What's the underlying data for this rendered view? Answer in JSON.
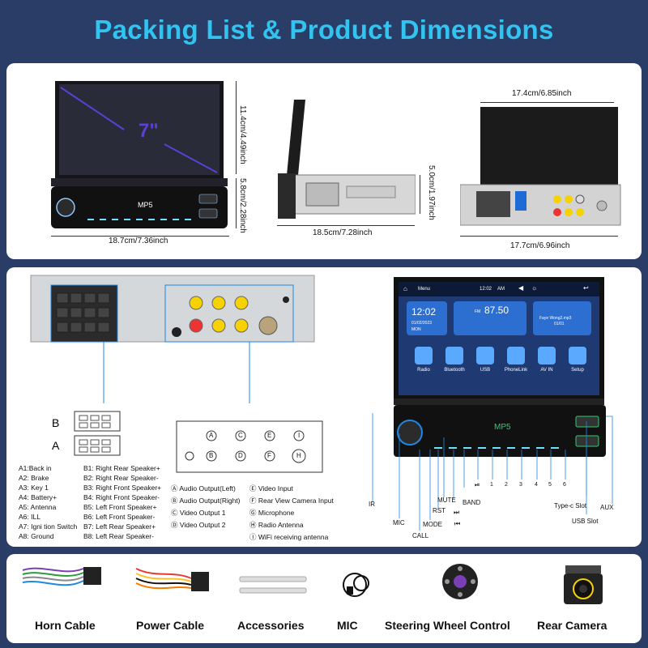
{
  "header": {
    "title": "Packing List & Product Dimensions"
  },
  "dimensions": {
    "screen_size": "7\"",
    "front_height_screen": "11.4cm/4.49inch",
    "front_height_body": "5.8cm/2.28inch",
    "front_width": "18.7cm/7.36inch",
    "side_depth": "18.5cm/7.28inch",
    "side_height": "5.0cm/1.97inch",
    "back_top_width": "17.4cm/6.85inch",
    "back_bottom_width": "17.7cm/6.96inch",
    "unit_label": "MP5"
  },
  "connector": {
    "row_a": "A",
    "row_b": "B",
    "pins_a": [
      "A1:Back in",
      "A2: Brake",
      "A3: Key 1",
      "A4: Battery+",
      "A5: Antenna",
      "A6: ILL",
      "A7: Igni tion Switch",
      "A8: Ground"
    ],
    "pins_b": [
      "B1: Right Rear Speaker+",
      "B2: Right Rear Speaker-",
      "B3: Right Front Speaker+",
      "B4: Right Front Speaker-",
      "B5: Left Front Speaker+",
      "B6: Left Front Speaker-",
      "B7: Left Rear Speaker+",
      "B8: Left Rear Speaker-"
    ]
  },
  "ports": {
    "symbols": [
      "A",
      "C",
      "E",
      "I",
      "B",
      "D",
      "F",
      "H"
    ],
    "legend_left": [
      "Ⓐ Audio Output(Left)",
      "Ⓑ Audio Output(Right)",
      "Ⓒ Video Output 1",
      "Ⓓ Video Output 2"
    ],
    "legend_right": [
      "Ⓔ Video Input",
      "Ⓕ Rear View Camera Input",
      "Ⓖ Microphone",
      "Ⓗ Radio Antenna",
      "Ⓘ WiFi receiving antenna"
    ]
  },
  "screen": {
    "menu": "Menu",
    "time": "12:02",
    "ampm": "AM",
    "clock": "12:02",
    "date": "01/02/2023",
    "day": "MON",
    "band": "FM",
    "freq": "87.50",
    "song": "Faye Wong2.mp3",
    "track": "01/01",
    "apps": [
      "Radio",
      "Bluetooth",
      "USB",
      "PhoneLink",
      "AV IN",
      "Setup"
    ]
  },
  "callouts": {
    "ir": "IR",
    "mic": "MIC",
    "call": "CALL",
    "mode": "MODE",
    "rst": "RST",
    "mute": "MUTE",
    "band": "BAND",
    "numbers": [
      "1",
      "2",
      "3",
      "4",
      "5",
      "6"
    ],
    "typec": "Type-c Slot",
    "aux": "AUX",
    "usb": "USB Slot"
  },
  "accessories": [
    {
      "label": "Horn Cable",
      "icon": "horn-cable-icon"
    },
    {
      "label": "Power Cable",
      "icon": "power-cable-icon"
    },
    {
      "label": "Accessories",
      "icon": "mounting-keys-icon"
    },
    {
      "label": "MIC",
      "icon": "microphone-icon"
    },
    {
      "label": "Steering Wheel Control",
      "icon": "steering-wheel-control-icon"
    },
    {
      "label": "Rear Camera",
      "icon": "rear-camera-icon"
    }
  ],
  "colors": {
    "title": "#31c4f0",
    "background": "#2a3d67",
    "accent_blue": "#1e88e5"
  }
}
